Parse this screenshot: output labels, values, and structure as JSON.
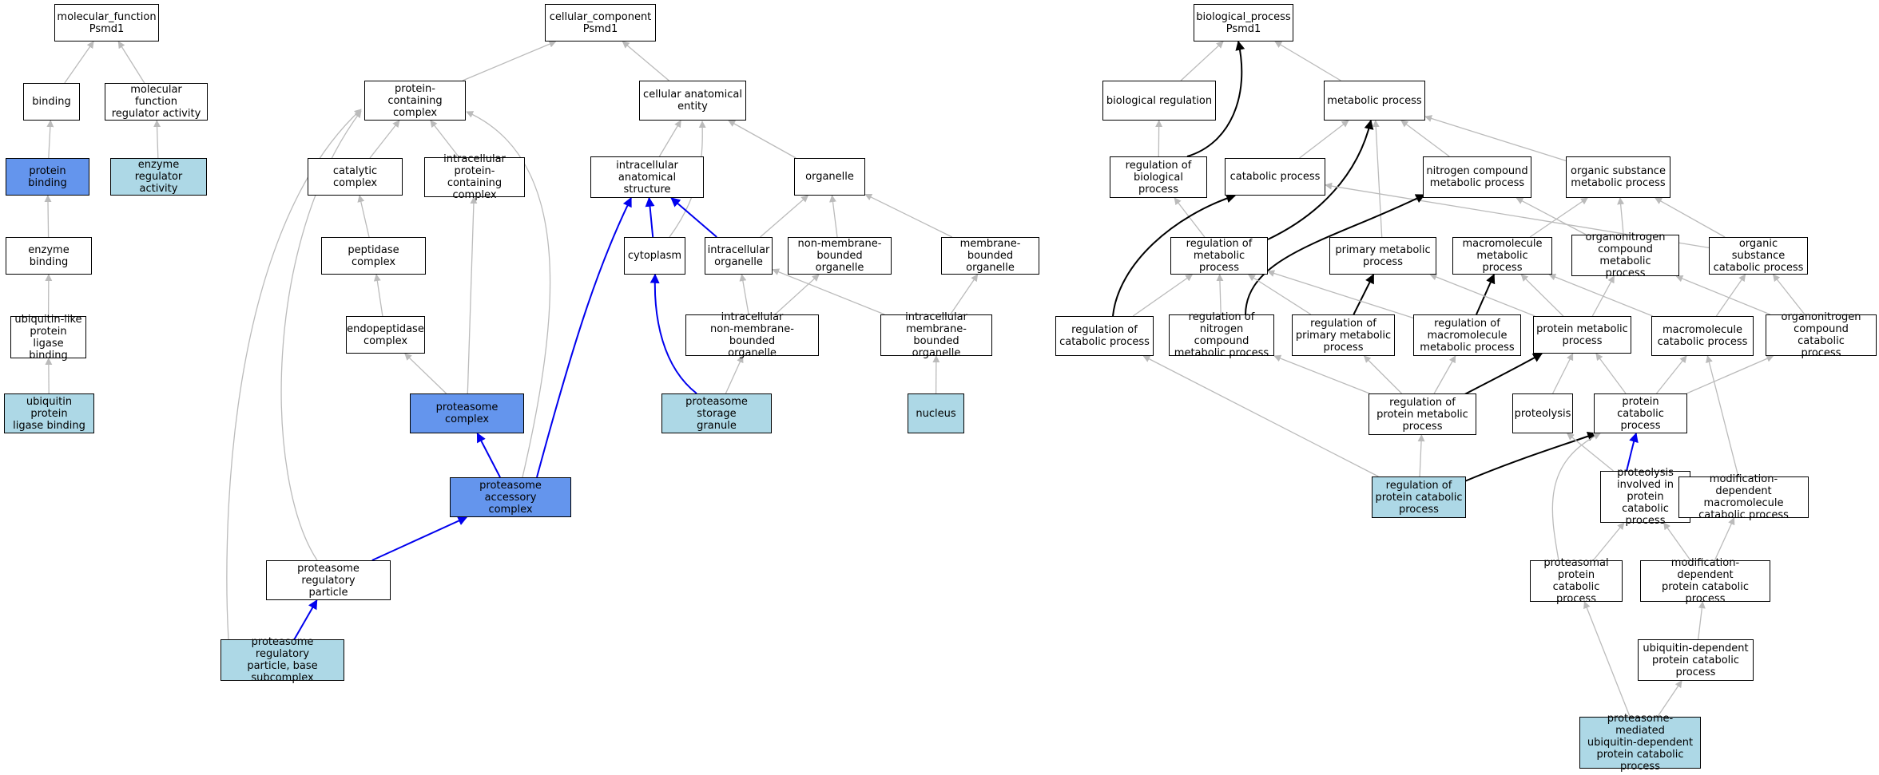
{
  "colors": {
    "normal": "#ffffff",
    "query": "#add8e6",
    "highlight": "#6495ed",
    "edge_gray": "#bbbbbb",
    "edge_blue": "#0000ee",
    "edge_black": "#000000"
  },
  "nodes": [
    {
      "id": "mf",
      "label": "molecular_function\nPsmd1",
      "style": "normal"
    },
    {
      "id": "binding",
      "label": "binding",
      "style": "normal"
    },
    {
      "id": "mfreg",
      "label": "molecular function\nregulator activity",
      "style": "normal"
    },
    {
      "id": "protbind",
      "label": "protein binding",
      "style": "highlight"
    },
    {
      "id": "enzreg",
      "label": "enzyme regulator\nactivity",
      "style": "query"
    },
    {
      "id": "enzbind",
      "label": "enzyme binding",
      "style": "normal"
    },
    {
      "id": "ublig",
      "label": "ubiquitin-like\nprotein ligase\nbinding",
      "style": "normal"
    },
    {
      "id": "ubprot",
      "label": "ubiquitin protein\nligase binding",
      "style": "query"
    },
    {
      "id": "cc",
      "label": "cellular_component\nPsmd1",
      "style": "normal"
    },
    {
      "id": "pcc",
      "label": "protein-containing\ncomplex",
      "style": "normal"
    },
    {
      "id": "cae",
      "label": "cellular anatomical\nentity",
      "style": "normal"
    },
    {
      "id": "catcx",
      "label": "catalytic complex",
      "style": "normal"
    },
    {
      "id": "ipcc",
      "label": "intracellular\nprotein-containing\ncomplex",
      "style": "normal"
    },
    {
      "id": "ias",
      "label": "intracellular\nanatomical structure",
      "style": "normal"
    },
    {
      "id": "organelle",
      "label": "organelle",
      "style": "normal"
    },
    {
      "id": "pepcx",
      "label": "peptidase complex",
      "style": "normal"
    },
    {
      "id": "cyto",
      "label": "cytoplasm",
      "style": "normal"
    },
    {
      "id": "intorg",
      "label": "intracellular\norganelle",
      "style": "normal"
    },
    {
      "id": "nmbo",
      "label": "non-membrane-bounded\norganelle",
      "style": "normal"
    },
    {
      "id": "mbo",
      "label": "membrane-bounded\norganelle",
      "style": "normal"
    },
    {
      "id": "endopep",
      "label": "endopeptidase\ncomplex",
      "style": "normal"
    },
    {
      "id": "inmbo",
      "label": "intracellular\nnon-membrane-bounded\norganelle",
      "style": "normal"
    },
    {
      "id": "imbo",
      "label": "intracellular\nmembrane-bounded\norganelle",
      "style": "normal"
    },
    {
      "id": "protcx",
      "label": "proteasome complex",
      "style": "highlight"
    },
    {
      "id": "psg",
      "label": "proteasome storage\ngranule",
      "style": "query"
    },
    {
      "id": "nucleus",
      "label": "nucleus",
      "style": "query"
    },
    {
      "id": "pac",
      "label": "proteasome accessory\ncomplex",
      "style": "highlight"
    },
    {
      "id": "prp",
      "label": "proteasome regulatory\nparticle",
      "style": "normal"
    },
    {
      "id": "prpb",
      "label": "proteasome regulatory\nparticle, base\nsubcomplex",
      "style": "query"
    },
    {
      "id": "bp",
      "label": "biological_process\nPsmd1",
      "style": "normal"
    },
    {
      "id": "bioreg",
      "label": "biological regulation",
      "style": "normal"
    },
    {
      "id": "metab",
      "label": "metabolic process",
      "style": "normal"
    },
    {
      "id": "regbio",
      "label": "regulation of\nbiological process",
      "style": "normal"
    },
    {
      "id": "catab",
      "label": "catabolic process",
      "style": "normal"
    },
    {
      "id": "ncmp",
      "label": "nitrogen compound\nmetabolic process",
      "style": "normal"
    },
    {
      "id": "osmp",
      "label": "organic substance\nmetabolic process",
      "style": "normal"
    },
    {
      "id": "regmet",
      "label": "regulation of\nmetabolic process",
      "style": "normal"
    },
    {
      "id": "primmet",
      "label": "primary metabolic\nprocess",
      "style": "normal"
    },
    {
      "id": "macmet",
      "label": "macromolecule\nmetabolic process",
      "style": "normal"
    },
    {
      "id": "oncmp",
      "label": "organonitrogen\ncompound metabolic\nprocess",
      "style": "normal"
    },
    {
      "id": "oscp",
      "label": "organic substance\ncatabolic process",
      "style": "normal"
    },
    {
      "id": "regcat",
      "label": "regulation of\ncatabolic process",
      "style": "normal"
    },
    {
      "id": "regncmp",
      "label": "regulation of\nnitrogen compound\nmetabolic process",
      "style": "normal"
    },
    {
      "id": "regprim",
      "label": "regulation of\nprimary metabolic\nprocess",
      "style": "normal"
    },
    {
      "id": "regmac",
      "label": "regulation of\nmacromolecule\nmetabolic process",
      "style": "normal"
    },
    {
      "id": "protmet",
      "label": "protein metabolic\nprocess",
      "style": "normal"
    },
    {
      "id": "maccat",
      "label": "macromolecule\ncatabolic process",
      "style": "normal"
    },
    {
      "id": "onccp",
      "label": "organonitrogen\ncompound catabolic\nprocess",
      "style": "normal"
    },
    {
      "id": "regprotmet",
      "label": "regulation of\nprotein metabolic\nprocess",
      "style": "normal"
    },
    {
      "id": "proteolysis",
      "label": "proteolysis",
      "style": "normal"
    },
    {
      "id": "protcat",
      "label": "protein catabolic\nprocess",
      "style": "normal"
    },
    {
      "id": "regprotcat",
      "label": "regulation of\nprotein catabolic\nprocess",
      "style": "query"
    },
    {
      "id": "proteopcp",
      "label": "proteolysis\ninvolved in\nprotein catabolic\nprocess",
      "style": "normal"
    },
    {
      "id": "mdmcp",
      "label": "modification-dependent\nmacromolecule\ncatabolic process",
      "style": "normal"
    },
    {
      "id": "ppcp",
      "label": "proteasomal\nprotein catabolic\nprocess",
      "style": "normal"
    },
    {
      "id": "mdpcp",
      "label": "modification-dependent\nprotein catabolic\nprocess",
      "style": "normal"
    },
    {
      "id": "udpcp",
      "label": "ubiquitin-dependent\nprotein catabolic\nprocess",
      "style": "normal"
    },
    {
      "id": "pmudp",
      "label": "proteasome-mediated\nubiquitin-dependent\nprotein catabolic\nprocess",
      "style": "query"
    }
  ],
  "edges": [
    {
      "from": "binding",
      "to": "mf",
      "color": "gray"
    },
    {
      "from": "mfreg",
      "to": "mf",
      "color": "gray"
    },
    {
      "from": "protbind",
      "to": "binding",
      "color": "gray"
    },
    {
      "from": "enzreg",
      "to": "mfreg",
      "color": "gray"
    },
    {
      "from": "enzbind",
      "to": "protbind",
      "color": "gray"
    },
    {
      "from": "ublig",
      "to": "enzbind",
      "color": "gray"
    },
    {
      "from": "ubprot",
      "to": "ublig",
      "color": "gray"
    },
    {
      "from": "pcc",
      "to": "cc",
      "color": "gray"
    },
    {
      "from": "cae",
      "to": "cc",
      "color": "gray"
    },
    {
      "from": "catcx",
      "to": "pcc",
      "color": "gray"
    },
    {
      "from": "ipcc",
      "to": "pcc",
      "color": "gray"
    },
    {
      "from": "ias",
      "to": "cae",
      "color": "gray"
    },
    {
      "from": "organelle",
      "to": "cae",
      "color": "gray"
    },
    {
      "from": "cyto",
      "to": "cae",
      "color": "gray"
    },
    {
      "from": "pepcx",
      "to": "catcx",
      "color": "gray"
    },
    {
      "from": "cyto",
      "to": "ias",
      "color": "blue"
    },
    {
      "from": "intorg",
      "to": "ias",
      "color": "blue"
    },
    {
      "from": "intorg",
      "to": "organelle",
      "color": "gray"
    },
    {
      "from": "nmbo",
      "to": "organelle",
      "color": "gray"
    },
    {
      "from": "mbo",
      "to": "organelle",
      "color": "gray"
    },
    {
      "from": "endopep",
      "to": "pepcx",
      "color": "gray"
    },
    {
      "from": "inmbo",
      "to": "intorg",
      "color": "gray"
    },
    {
      "from": "inmbo",
      "to": "nmbo",
      "color": "gray"
    },
    {
      "from": "imbo",
      "to": "intorg",
      "color": "gray"
    },
    {
      "from": "imbo",
      "to": "mbo",
      "color": "gray"
    },
    {
      "from": "protcx",
      "to": "endopep",
      "color": "gray"
    },
    {
      "from": "protcx",
      "to": "ipcc",
      "color": "gray"
    },
    {
      "from": "psg",
      "to": "cyto",
      "color": "blue"
    },
    {
      "from": "psg",
      "to": "inmbo",
      "color": "gray"
    },
    {
      "from": "nucleus",
      "to": "imbo",
      "color": "gray"
    },
    {
      "from": "pac",
      "to": "protcx",
      "color": "blue"
    },
    {
      "from": "pac",
      "to": "ias",
      "color": "blue"
    },
    {
      "from": "pac",
      "to": "pcc",
      "color": "gray"
    },
    {
      "from": "prp",
      "to": "pac",
      "color": "blue"
    },
    {
      "from": "prp",
      "to": "pcc",
      "color": "gray"
    },
    {
      "from": "prpb",
      "to": "prp",
      "color": "blue"
    },
    {
      "from": "prpb",
      "to": "pcc",
      "color": "gray"
    },
    {
      "from": "bioreg",
      "to": "bp",
      "color": "gray"
    },
    {
      "from": "metab",
      "to": "bp",
      "color": "gray"
    },
    {
      "from": "regbio",
      "to": "bp",
      "color": "black"
    },
    {
      "from": "regbio",
      "to": "bioreg",
      "color": "gray"
    },
    {
      "from": "catab",
      "to": "metab",
      "color": "gray"
    },
    {
      "from": "ncmp",
      "to": "metab",
      "color": "gray"
    },
    {
      "from": "osmp",
      "to": "metab",
      "color": "gray"
    },
    {
      "from": "regmet",
      "to": "regbio",
      "color": "gray"
    },
    {
      "from": "regmet",
      "to": "metab",
      "color": "black"
    },
    {
      "from": "primmet",
      "to": "metab",
      "color": "gray"
    },
    {
      "from": "macmet",
      "to": "osmp",
      "color": "gray"
    },
    {
      "from": "oncmp",
      "to": "ncmp",
      "color": "gray"
    },
    {
      "from": "oncmp",
      "to": "osmp",
      "color": "gray"
    },
    {
      "from": "oscp",
      "to": "catab",
      "color": "gray"
    },
    {
      "from": "oscp",
      "to": "osmp",
      "color": "gray"
    },
    {
      "from": "regcat",
      "to": "catab",
      "color": "black"
    },
    {
      "from": "regcat",
      "to": "regmet",
      "color": "gray"
    },
    {
      "from": "regncmp",
      "to": "ncmp",
      "color": "black"
    },
    {
      "from": "regncmp",
      "to": "regmet",
      "color": "gray"
    },
    {
      "from": "regprim",
      "to": "primmet",
      "color": "black"
    },
    {
      "from": "regprim",
      "to": "regmet",
      "color": "gray"
    },
    {
      "from": "regmac",
      "to": "macmet",
      "color": "black"
    },
    {
      "from": "regmac",
      "to": "regmet",
      "color": "gray"
    },
    {
      "from": "protmet",
      "to": "macmet",
      "color": "gray"
    },
    {
      "from": "protmet",
      "to": "oncmp",
      "color": "gray"
    },
    {
      "from": "protmet",
      "to": "primmet",
      "color": "gray"
    },
    {
      "from": "maccat",
      "to": "oscp",
      "color": "gray"
    },
    {
      "from": "maccat",
      "to": "macmet",
      "color": "gray"
    },
    {
      "from": "onccp",
      "to": "oncmp",
      "color": "gray"
    },
    {
      "from": "onccp",
      "to": "oscp",
      "color": "gray"
    },
    {
      "from": "regprotmet",
      "to": "protmet",
      "color": "black"
    },
    {
      "from": "regprotmet",
      "to": "regmac",
      "color": "gray"
    },
    {
      "from": "regprotmet",
      "to": "regncmp",
      "color": "gray"
    },
    {
      "from": "regprotmet",
      "to": "regprim",
      "color": "gray"
    },
    {
      "from": "proteolysis",
      "to": "protmet",
      "color": "gray"
    },
    {
      "from": "protcat",
      "to": "protmet",
      "color": "gray"
    },
    {
      "from": "protcat",
      "to": "maccat",
      "color": "gray"
    },
    {
      "from": "protcat",
      "to": "onccp",
      "color": "gray"
    },
    {
      "from": "regprotcat",
      "to": "regprotmet",
      "color": "gray"
    },
    {
      "from": "regprotcat",
      "to": "regcat",
      "color": "gray"
    },
    {
      "from": "regprotcat",
      "to": "protcat",
      "color": "black"
    },
    {
      "from": "proteopcp",
      "to": "protcat",
      "color": "blue"
    },
    {
      "from": "proteopcp",
      "to": "proteolysis",
      "color": "gray"
    },
    {
      "from": "mdmcp",
      "to": "maccat",
      "color": "gray"
    },
    {
      "from": "ppcp",
      "to": "proteopcp",
      "color": "gray"
    },
    {
      "from": "ppcp",
      "to": "protcat",
      "color": "gray"
    },
    {
      "from": "mdpcp",
      "to": "proteopcp",
      "color": "gray"
    },
    {
      "from": "mdpcp",
      "to": "mdmcp",
      "color": "gray"
    },
    {
      "from": "udpcp",
      "to": "mdpcp",
      "color": "gray"
    },
    {
      "from": "pmudp",
      "to": "ppcp",
      "color": "gray"
    },
    {
      "from": "pmudp",
      "to": "udpcp",
      "color": "gray"
    }
  ]
}
